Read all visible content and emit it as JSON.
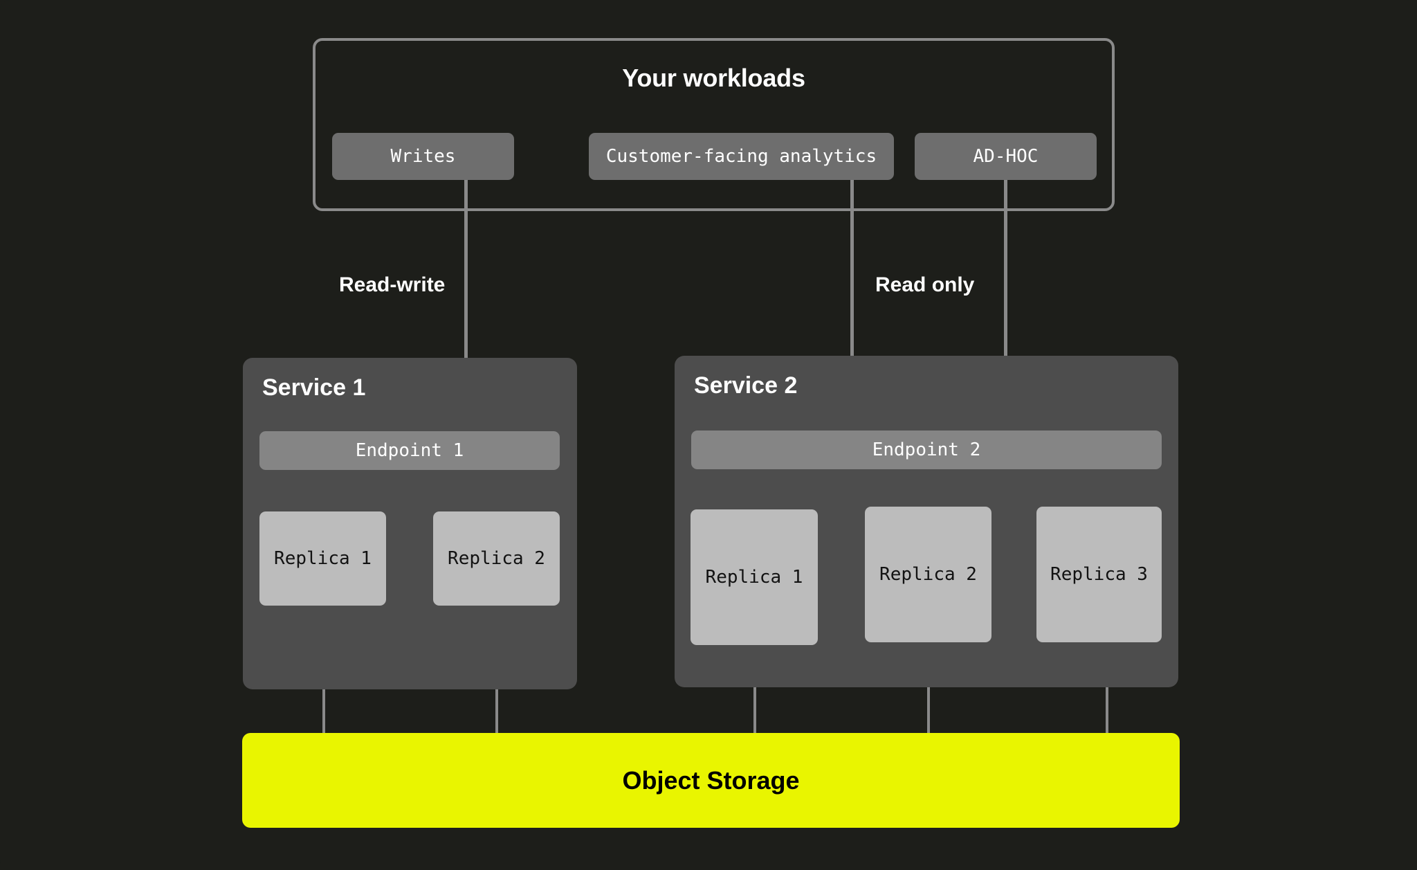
{
  "diagram": {
    "background_color": "#1d1e1a",
    "accent_color": "#e9f500",
    "line_color": "#8a8a8a",
    "workloads": {
      "title": "Your workloads",
      "chips": [
        {
          "label": "Writes"
        },
        {
          "label": "Customer-facing analytics"
        },
        {
          "label": "AD-HOC"
        }
      ]
    },
    "edge_labels": {
      "read_write": "Read-write",
      "read_only": "Read only"
    },
    "services": [
      {
        "title": "Service 1",
        "endpoint": "Endpoint 1",
        "replicas": [
          {
            "label": "Replica 1"
          },
          {
            "label": "Replica 2"
          }
        ]
      },
      {
        "title": "Service 2",
        "endpoint": "Endpoint 2",
        "replicas": [
          {
            "label": "Replica 1"
          },
          {
            "label": "Replica 2"
          },
          {
            "label": "Replica 3"
          }
        ]
      }
    ],
    "storage": {
      "label": "Object Storage"
    }
  }
}
